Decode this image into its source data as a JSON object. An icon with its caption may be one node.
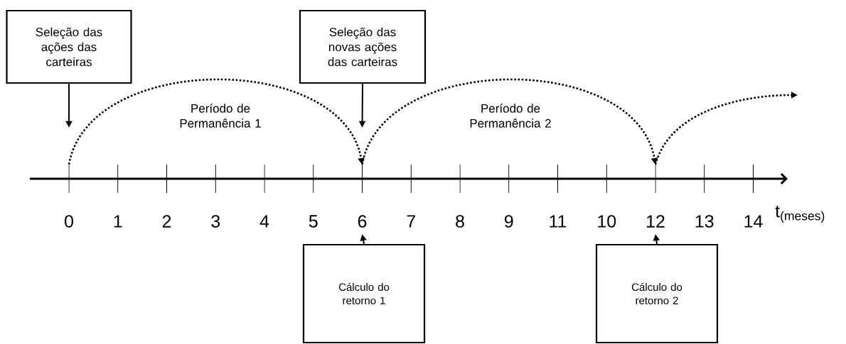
{
  "diagram": {
    "nodes": [
      {
        "text": [
          "Seleção das ações das carteiras"
        ]
      },
      {
        "text": [
          "Seleção das novas ações das carteiras"
        ]
      },
      {
        "text": [],
        "shape": "bar",
        "beside": [
          "0"
        ]
      },
      {
        "text": [],
        "shape": "bar",
        "beside": [
          "1"
        ]
      },
      {
        "text": [],
        "shape": "bar",
        "beside": [
          "2"
        ]
      },
      {
        "text": [],
        "shape": "bar",
        "beside": [
          "3"
        ]
      },
      {
        "text": [],
        "shape": "bar",
        "beside": [
          "4"
        ]
      },
      {
        "text": [],
        "shape": "bar",
        "beside": [
          "5"
        ]
      },
      {
        "text": [],
        "shape": "bar",
        "beside": [
          "6"
        ]
      },
      {
        "text": [],
        "shape": "bar",
        "beside": [
          "7"
        ]
      },
      {
        "text": [],
        "shape": "bar",
        "beside": [
          "8"
        ]
      },
      {
        "text": [],
        "shape": "bar",
        "beside": [
          "9"
        ]
      },
      {
        "text": [],
        "shape": "bar",
        "beside": [
          "11"
        ]
      },
      {
        "text": [],
        "shape": "bar",
        "beside": [
          "10"
        ]
      },
      {
        "text": [],
        "shape": "bar",
        "beside": [
          "12"
        ]
      },
      {
        "text": [],
        "shape": "bar",
        "beside": [
          "13"
        ]
      },
      {
        "text": [],
        "shape": "bar",
        "beside": [
          "14"
        ]
      },
      {
        "text": [
          "Cálculo do retorno 1"
        ]
      },
      {
        "text": [
          "Cálculo do retorno 2"
        ]
      }
    ],
    "edges": [
      {
        "from": 0,
        "to": 2,
        "arrow": "to"
      },
      {
        "from": 1,
        "to": 8,
        "arrow": "to"
      },
      {
        "from": 2,
        "to": 8,
        "arrow": "to",
        "style": "dashed",
        "label": "Período de Permanência 1"
      },
      {
        "from": 8,
        "to": 14,
        "arrow": "to",
        "style": "dashed",
        "label": "Período de Permanência 2"
      },
      {
        "from": 14,
        "to": null,
        "arrow": "to",
        "style": "dashed"
      },
      {
        "from": 17,
        "to": 8,
        "arrow": "to"
      },
      {
        "from": 18,
        "to": 14,
        "arrow": "to"
      }
    ],
    "labels": [
      "t$_{(meses)}$"
    ]
  }
}
